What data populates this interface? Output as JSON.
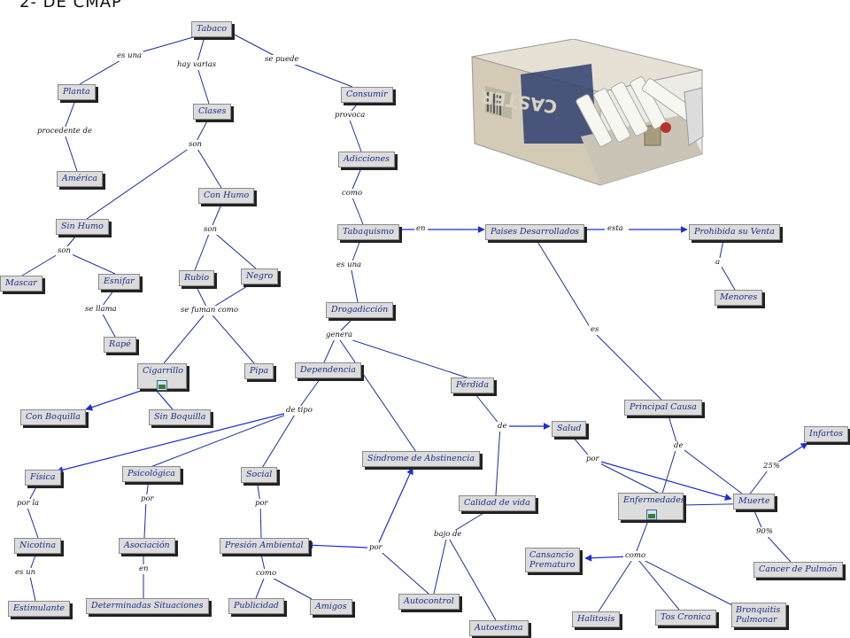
{
  "page": {
    "title": "2- DE CMAP"
  },
  "image": {
    "subject": "cigarette-pack",
    "brand_text": "CASTER"
  },
  "nodes": {
    "tabaco": "Tabaco",
    "planta": "Planta",
    "america": "América",
    "clases": "Clases",
    "consumir": "Consumir",
    "adicciones": "Adicciones",
    "sin_humo": "Sin Humo",
    "con_humo": "Con Humo",
    "mascar": "Mascar",
    "esnifar": "Esnifar",
    "rape": "Rapé",
    "rubio": "Rubio",
    "negro": "Negro",
    "cigarrillo": "Cigarrillo",
    "pipa": "Pipa",
    "con_boquilla": "Con Boquilla",
    "sin_boquilla": "Sin Boquilla",
    "tabaquismo": "Tabaquismo",
    "paises": "Paises Desarrollados",
    "prohibida": "Prohibida su Venta",
    "menores": "Menores",
    "drogadiccion": "Drogadicción",
    "dependencia": "Dependencia",
    "perdida": "Pérdida",
    "salud": "Salud",
    "principal_causa": "Principal Causa",
    "infartos": "Infartos",
    "sindrome": "Síndrome de Abstinencia",
    "fisica": "Física",
    "psicologica": "Psicológica",
    "social": "Social",
    "calidad": "Calidad de vida",
    "enfermedades": "Enfermedades",
    "muerte": "Muerte",
    "nicotina": "Nicotina",
    "asociacion": "Asociación",
    "presion": "Presión Ambiental",
    "cansancio_1": "Cansancio",
    "cansancio_2": "Prematuro",
    "cancer": "Cancer de Pulmón",
    "estimulante": "Estimulante",
    "determinadas": "Determinadas Situaciones",
    "publicidad": "Publicidad",
    "amigos": "Amigos",
    "autocontrol": "Autocontrol",
    "autoestima": "Autoestima",
    "halitosis": "Halitosis",
    "tos": "Tos Cronica",
    "bronquitis_1": "Bronquitis",
    "bronquitis_2": "Pulmonar"
  },
  "links": {
    "es_una_1": "es una",
    "hay_varias": "hay varias",
    "se_puede": "se puede",
    "procedente": "procedente de",
    "provoca": "provoca",
    "son_1": "son",
    "como_1": "como",
    "son_2": "son",
    "son_3": "son",
    "en_1": "en",
    "esta": "esta",
    "se_llama": "se llama",
    "se_fuman": "se fuman como",
    "es_una_2": "es una",
    "a": "a",
    "genera": "genera",
    "es": "es",
    "de_tipo": "de tipo",
    "de_1": "de",
    "de_2": "de",
    "por_la": "por la",
    "por_1": "por",
    "por_2": "por",
    "por_3": "por",
    "por_4": "por",
    "pct_25": "25%",
    "pct_90": "90%",
    "bajo_de": "bajo de",
    "es_un": "es un",
    "en_2": "en",
    "como_2": "como",
    "como_3": "como"
  }
}
